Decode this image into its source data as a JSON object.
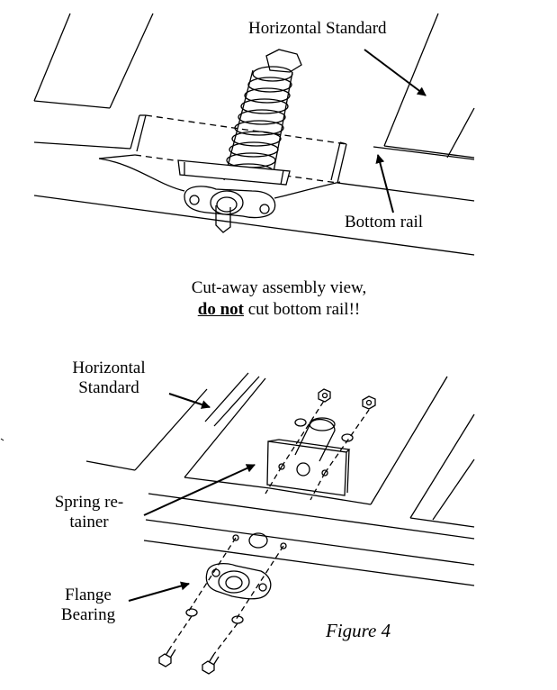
{
  "top_view": {
    "label_horizontal_standard": "Horizontal Standard",
    "label_bottom_rail": "Bottom rail",
    "caption_line1": "Cut-away assembly view,",
    "caption_emph": "do not",
    "caption_rest": " cut bottom rail!!"
  },
  "bottom_view": {
    "label_horizontal_standard_1": "Horizontal",
    "label_horizontal_standard_2": "Standard",
    "label_spring_retainer_1": "Spring re-",
    "label_spring_retainer_2": "tainer",
    "label_flange_bearing_1": "Flange",
    "label_flange_bearing_2": "Bearing",
    "figure_label": "Figure 4"
  }
}
